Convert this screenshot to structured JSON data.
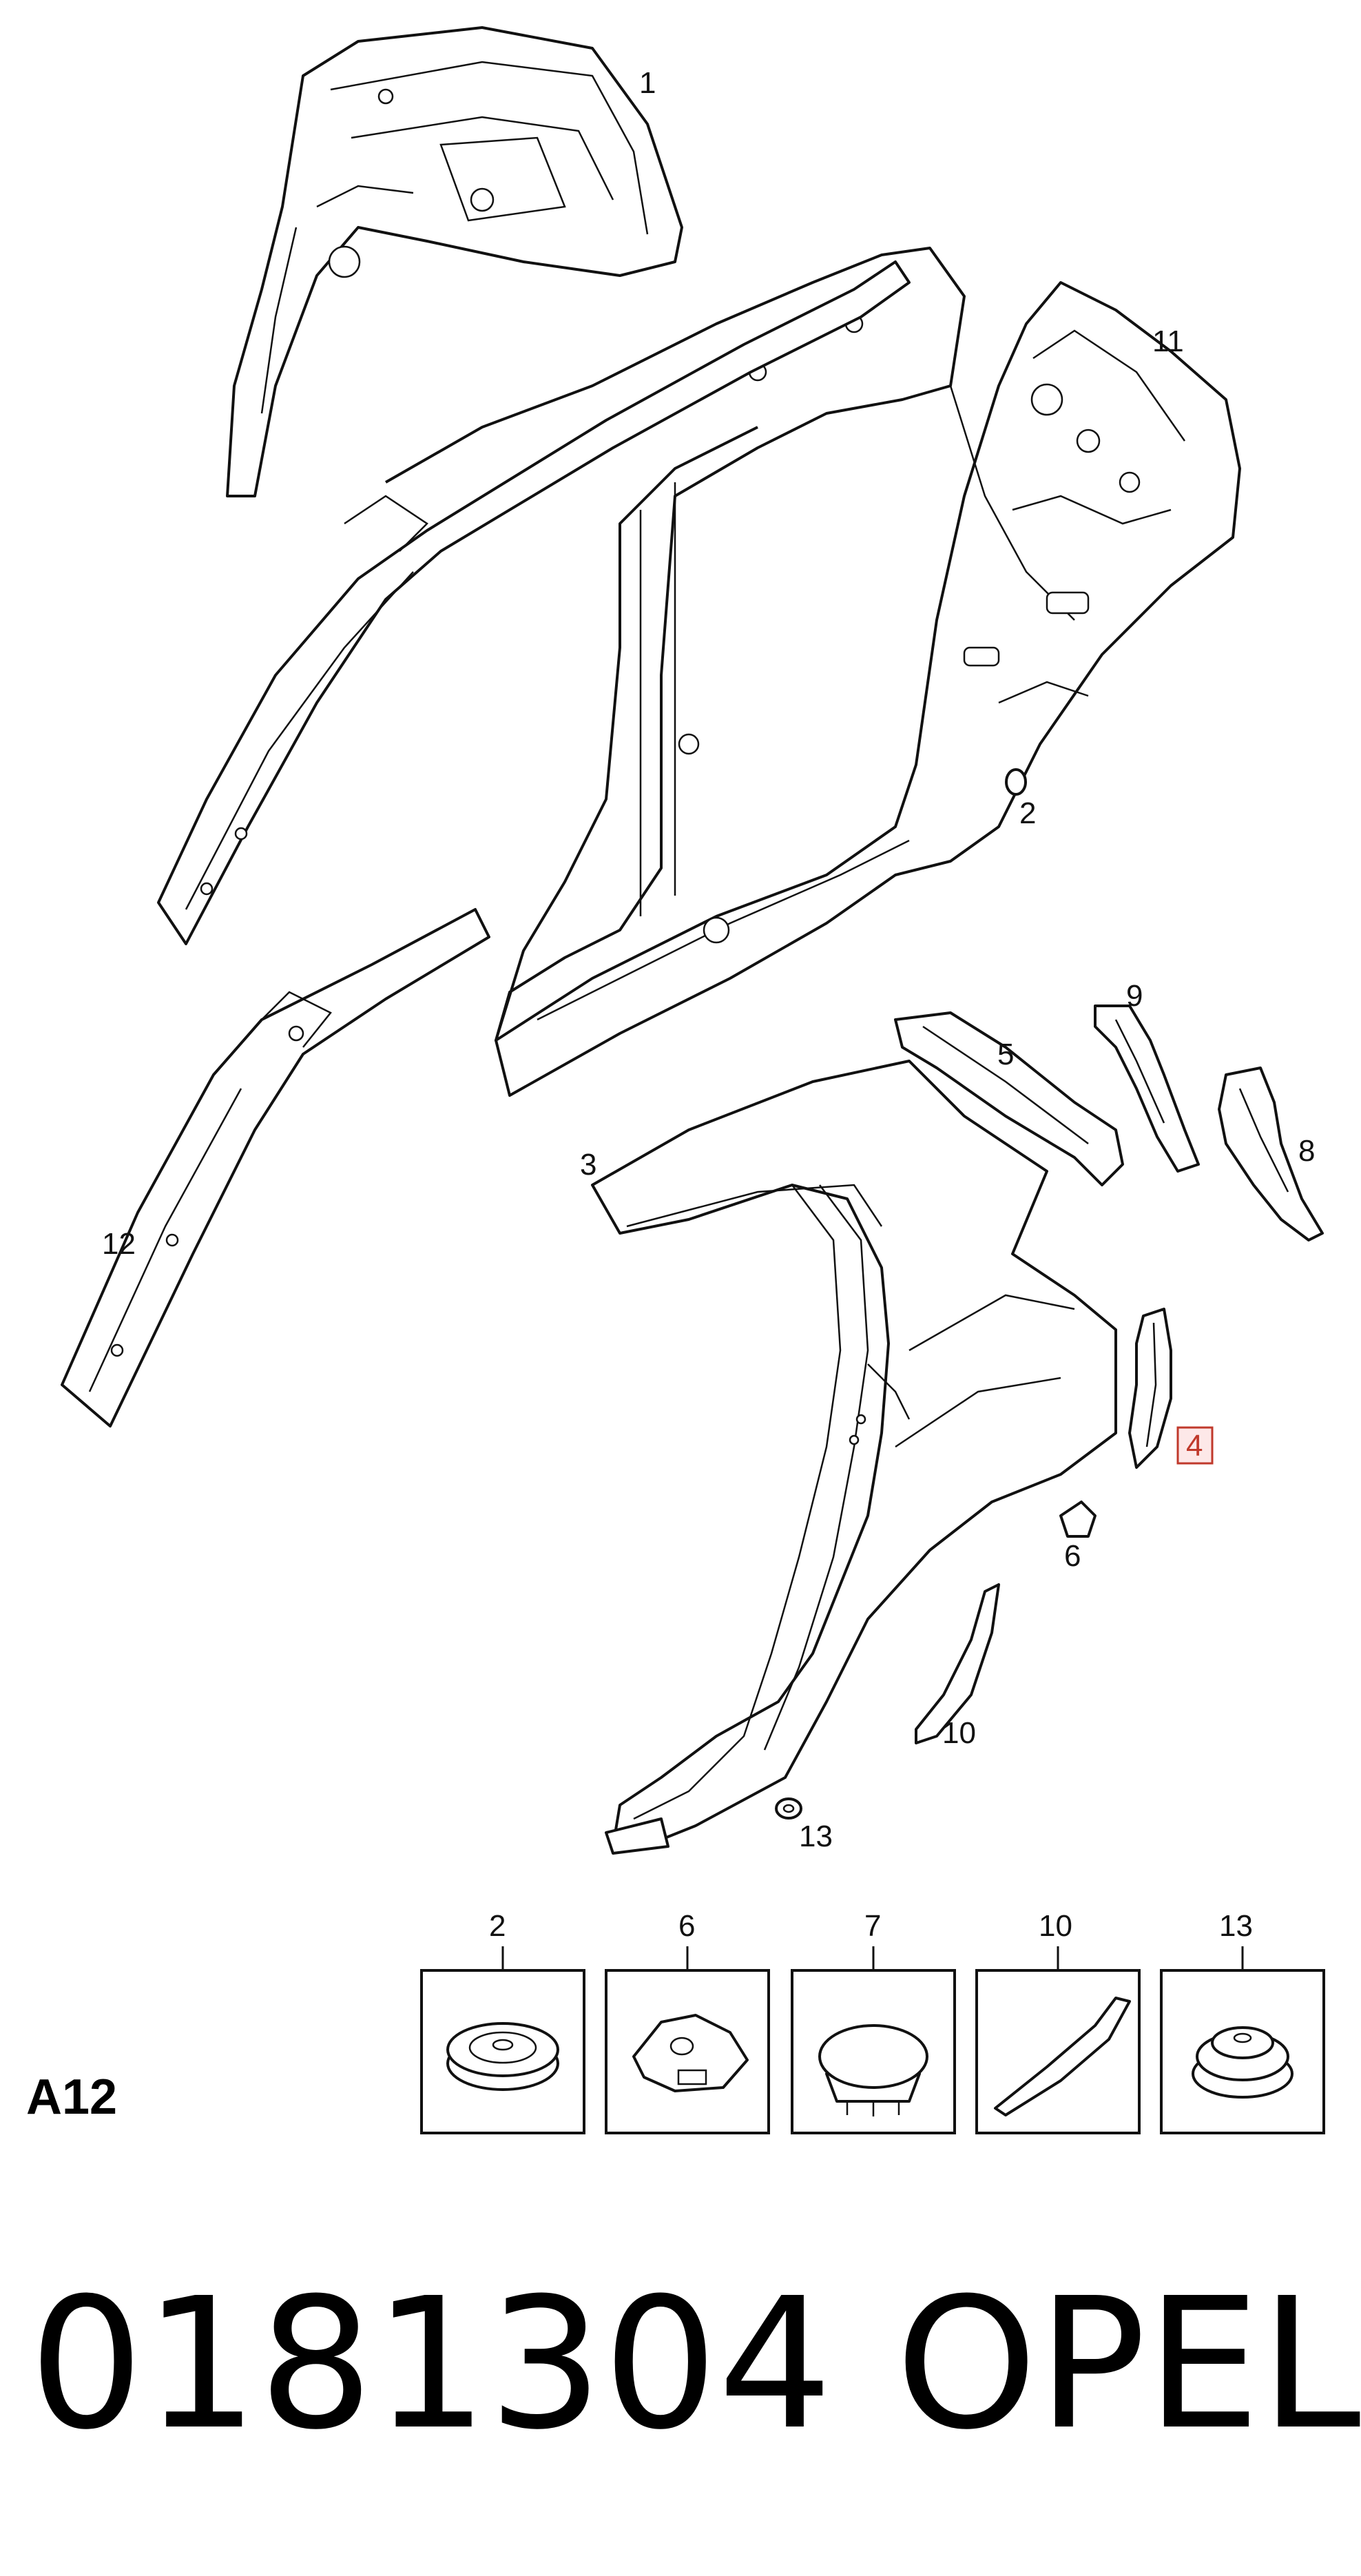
{
  "section_code": "A12",
  "part_number": "0181304",
  "brand": "OPEL",
  "callouts": {
    "c1": "1",
    "c11": "11",
    "c2": "2",
    "c3": "3",
    "c5": "5",
    "c9": "9",
    "c8": "8",
    "c4": "4",
    "c6": "6",
    "c10": "10",
    "c12": "12",
    "c13": "13"
  },
  "detail_boxes": [
    "2",
    "6",
    "7",
    "10",
    "13"
  ],
  "highlight_color": "#c0392b"
}
